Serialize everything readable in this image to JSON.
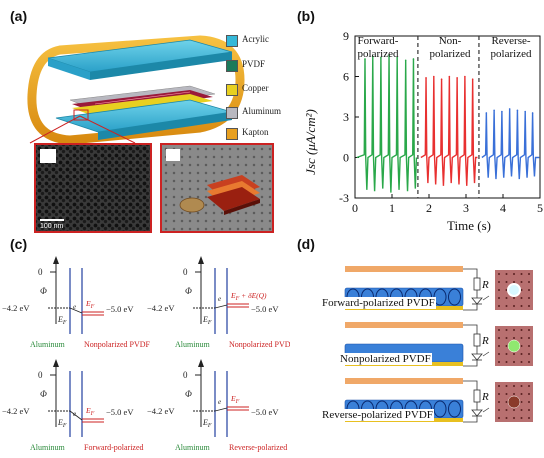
{
  "panels": {
    "a": "(a)",
    "b": "(b)",
    "c": "(c)",
    "d": "(d)"
  },
  "legend_a": [
    "Acrylic",
    "PVDF",
    "Copper",
    "Aluminum",
    "Kapton"
  ],
  "legend_a_colors": [
    "#35b8d8",
    "#1a7a5a",
    "#e8d020",
    "#b8b8c0",
    "#e8a020"
  ],
  "scale_bar": "100 nm",
  "chart_data": {
    "type": "line",
    "xlabel": "Time (s)",
    "ylabel": "Jsc (μA/cm²)",
    "xlim": [
      0,
      5
    ],
    "ylim": [
      -3,
      9
    ],
    "x_ticks": [
      "0",
      "1",
      "2",
      "3",
      "4",
      "5"
    ],
    "y_ticks": [
      "-3",
      "0",
      "3",
      "6",
      "9"
    ],
    "regions": [
      "Forward-polarized",
      "Non-polarized",
      "Reverse-polarized"
    ],
    "region_bounds": [
      1.7,
      3.35
    ],
    "series": [
      {
        "color": "#2aa84a",
        "x": [
          0.27,
          0.48,
          0.7,
          0.92,
          1.14,
          1.37,
          1.58
        ],
        "values": [
          7.3,
          7.5,
          7.4,
          7.6,
          7.4,
          7.2,
          7.3
        ],
        "neg": [
          -2.4,
          -2.5,
          -2.3,
          -2.6,
          -2.4,
          -2.5,
          -2.3
        ]
      },
      {
        "color": "#e83030",
        "x": [
          1.92,
          2.13,
          2.34,
          2.55,
          2.76,
          2.97,
          3.18
        ],
        "values": [
          5.9,
          6.0,
          5.8,
          6.0,
          5.9,
          6.0,
          5.8
        ],
        "neg": [
          -1.9,
          -2.0,
          -2.1,
          -1.9,
          -2.0,
          -2.1,
          -1.9
        ]
      },
      {
        "color": "#3a70d8",
        "x": [
          3.55,
          3.76,
          3.97,
          4.18,
          4.39,
          4.6,
          4.8
        ],
        "values": [
          3.3,
          3.5,
          3.4,
          3.6,
          3.5,
          3.4,
          3.3
        ],
        "neg": [
          -1.5,
          -1.6,
          -1.5,
          -1.4,
          -1.6,
          -1.5,
          -1.4
        ]
      }
    ]
  },
  "panel_c": {
    "zero": "0",
    "phi": "Φ",
    "level": "−4.2 eV",
    "ef": "E",
    "ef_sub": "F",
    "right_level": "−5.0 eV",
    "e_charge": "e",
    "ef_ec": "E",
    "ec_delta": "+ δE(Q)",
    "aluminum": "Aluminum",
    "diagrams": [
      {
        "material": "Nonpolarized PVDF"
      },
      {
        "material": "Nonpolarized PVDF"
      },
      {
        "material": "Forward-polarized"
      },
      {
        "material": "Reverse-polarized"
      }
    ]
  },
  "panel_d": {
    "r_label": "R",
    "rows": [
      "Forward-polarized PVDF",
      "Nonpolarized PVDF",
      "Reverse-polarized PVDF"
    ]
  }
}
